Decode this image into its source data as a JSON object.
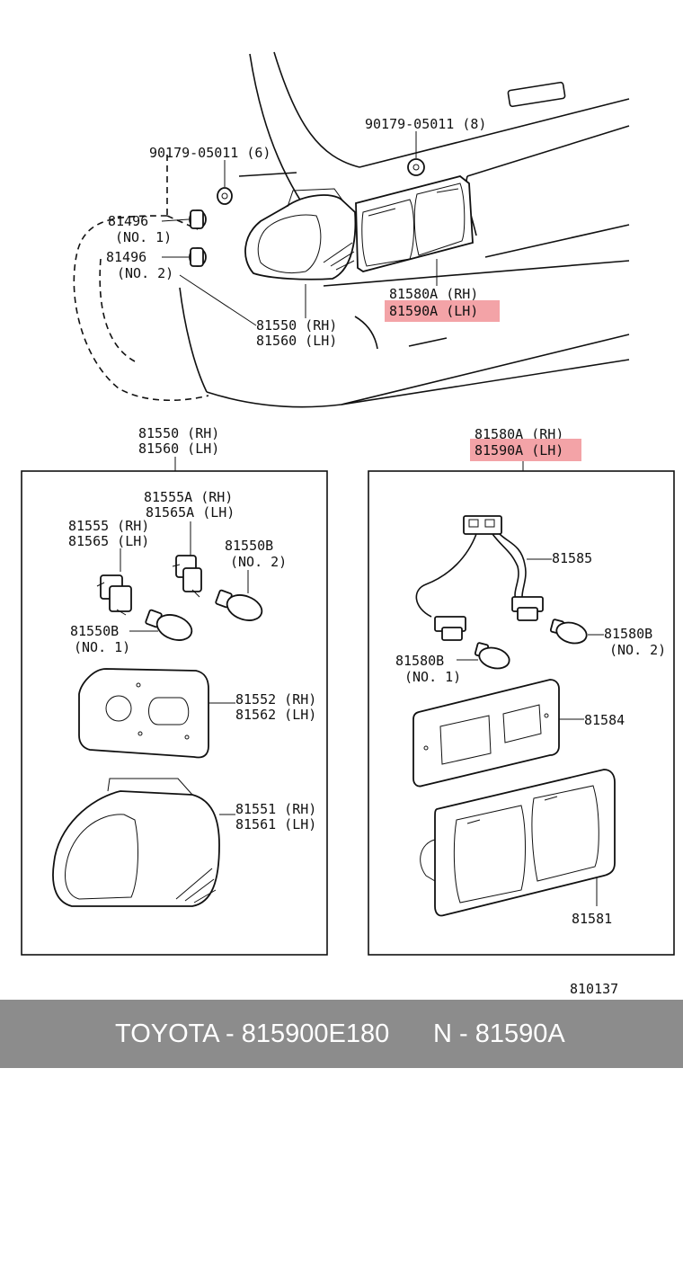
{
  "labels": {
    "clip_qty_6": "90179-05011 (6)",
    "clip_qty_8": "90179-05011 (8)",
    "plug_no1_part": "81496",
    "plug_no1_note": "(NO. 1)",
    "plug_no2_part": "81496",
    "plug_no2_note": "(NO. 2)",
    "top_combo_rh": "81580A (RH)",
    "top_combo_lh": "81590A (LH)",
    "top_side_rh": "81550 (RH)",
    "top_side_lh": "81560 (LH)",
    "left_box_rh": "81550 (RH)",
    "left_box_lh": "81560 (LH)",
    "right_box_rh": "81580A (RH)",
    "right_box_lh": "81590A (LH)",
    "socket_a_rh": "81555A (RH)",
    "socket_a_lh": "81565A (LH)",
    "socket_rh": "81555 (RH)",
    "socket_lh": "81565 (LH)",
    "bulb_b_no2_part": "81550B",
    "bulb_b_no2_note": "(NO. 2)",
    "bulb_b_no1_part": "81550B",
    "bulb_b_no1_note": "(NO. 1)",
    "gasket_rh": "81552 (RH)",
    "gasket_lh": "81562 (LH)",
    "lens_rh": "81551 (RH)",
    "lens_lh": "81561 (LH)",
    "wire": "81585",
    "bulb_r_no2_part": "81580B",
    "bulb_r_no2_note": "(NO. 2)",
    "bulb_r_no1_part": "81580B",
    "bulb_r_no1_note": "(NO. 1)",
    "combo_gasket": "81584",
    "combo_lens": "81581",
    "drawing_no": "810137"
  },
  "footer": {
    "left": "TOYOTA - 815900E180",
    "right": "N - 81590A"
  },
  "colors": {
    "highlight": "#f3a3a7",
    "footer_bg": "#8c8c8c",
    "footer_text": "#ffffff"
  }
}
